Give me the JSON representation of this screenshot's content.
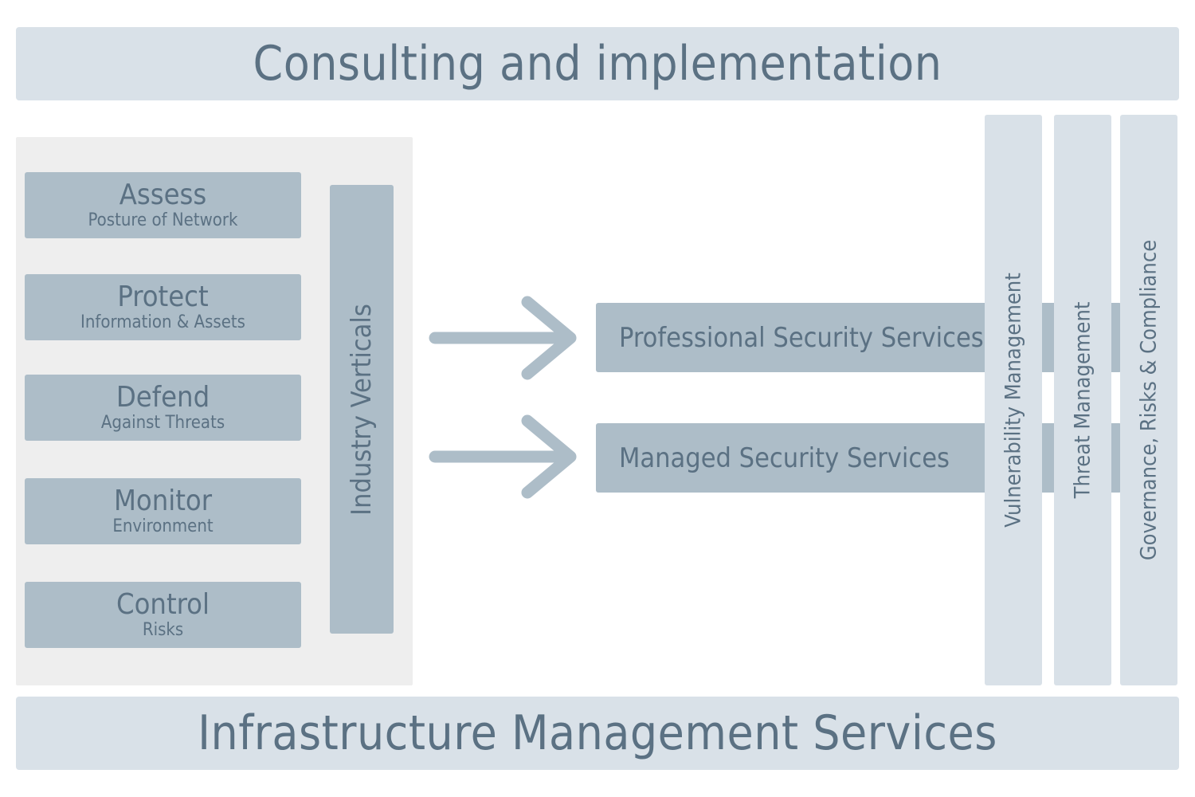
{
  "top_banner": "Consulting and implementation",
  "bottom_banner": "Infrastructure Management Services",
  "phases": [
    {
      "title": "Assess",
      "subtitle": "Posture of Network"
    },
    {
      "title": "Protect",
      "subtitle": "Information & Assets"
    },
    {
      "title": "Defend",
      "subtitle": "Against Threats"
    },
    {
      "title": "Monitor",
      "subtitle": "Environment"
    },
    {
      "title": "Control",
      "subtitle": "Risks"
    }
  ],
  "industry_verticals": "Industry Verticals",
  "services": [
    "Professional Security Services",
    "Managed Security Services"
  ],
  "columns": [
    "Vulnerability Management",
    "Threat Management",
    "Governance, Risks & Compliance"
  ],
  "colors": {
    "banner_bg": "#d9e1e8",
    "box_bg": "#adbdc8",
    "panel_bg": "#eeeeee",
    "text": "#5b7183",
    "arrow": "#adbdc8"
  }
}
